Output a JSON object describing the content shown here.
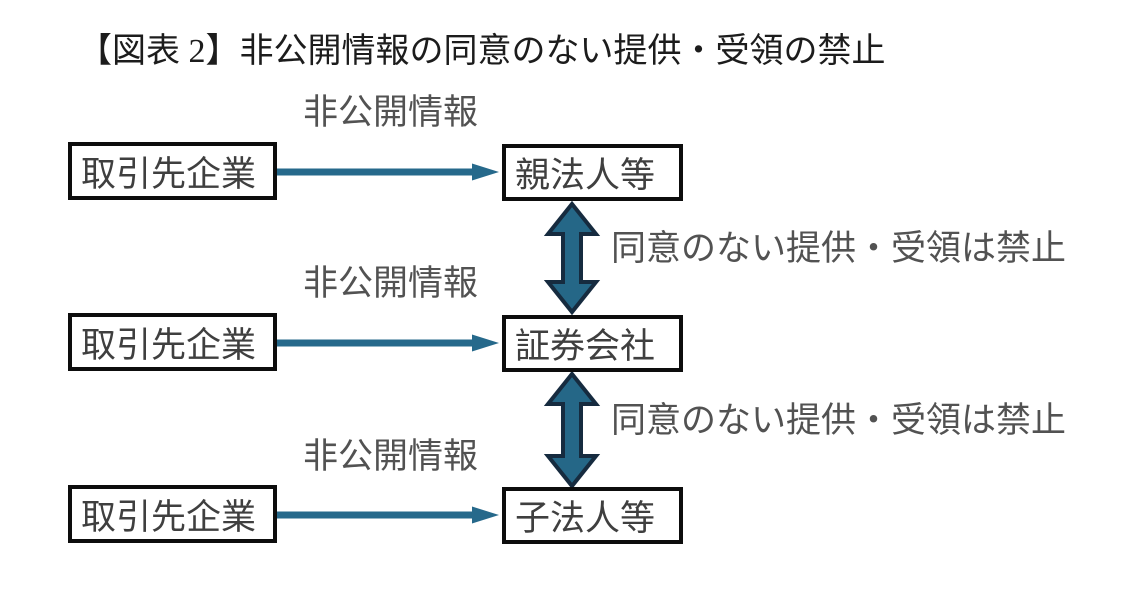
{
  "title": "【図表 2】非公開情報の同意のない提供・受領の禁止",
  "colors": {
    "arrow": "#26698b",
    "double_arrow_fill": "#256787",
    "double_arrow_stroke": "#162b3f",
    "box_border": "#0d0d0d",
    "box_text": "#3f3f3f",
    "label_text": "#525252",
    "title_text": "#1c1c1c",
    "bg": "#ffffff"
  },
  "rows": [
    {
      "source": "取引先企業",
      "target": "親法人等",
      "arrow_label": "非公開情報"
    },
    {
      "source": "取引先企業",
      "target": "証券会社",
      "arrow_label": "非公開情報"
    },
    {
      "source": "取引先企業",
      "target": "子法人等",
      "arrow_label": "非公開情報"
    }
  ],
  "vertical_links": [
    {
      "from": "親法人等",
      "to": "証券会社",
      "label": "同意のない提供・受領は禁止"
    },
    {
      "from": "証券会社",
      "to": "子法人等",
      "label": "同意のない提供・受領は禁止"
    }
  ]
}
